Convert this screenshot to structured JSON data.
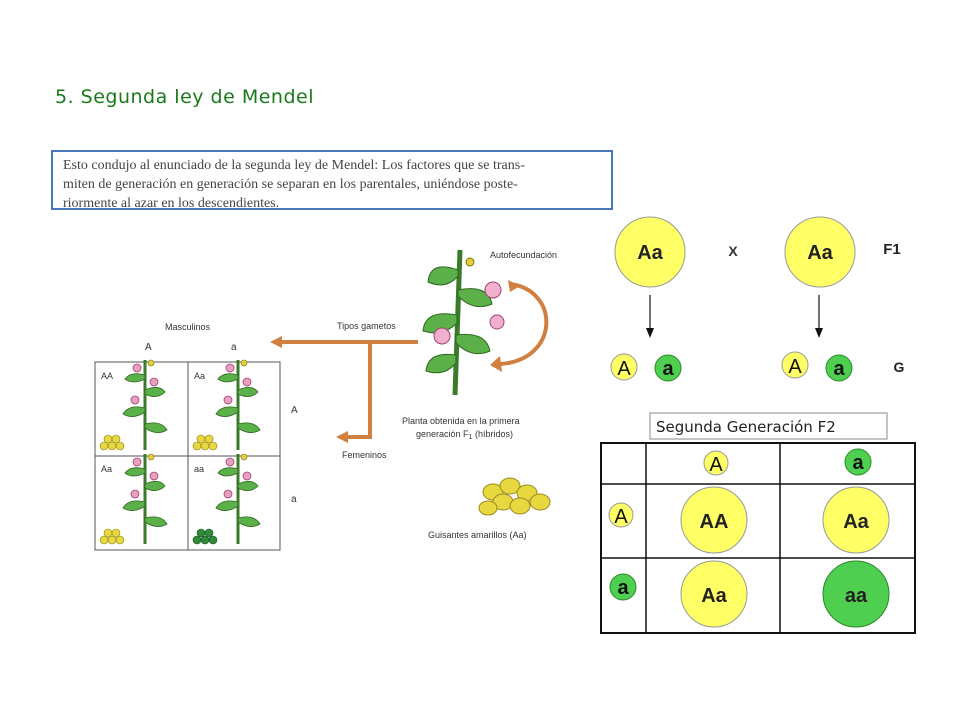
{
  "slide": {
    "title": "5. Segunda ley de Mendel",
    "quote_lines": [
      "Esto condujo al enunciado de la segunda ley de Mendel: Los factores que se trans-",
      "miten de generación en generación se separan en los parentales, uniéndose poste-",
      "riormente al azar en los descendientes."
    ]
  },
  "illustration": {
    "autofecundacion": "Autofecundación",
    "tipos_gametos": "Tipos gametos",
    "masculinos": "Masculinos",
    "femeninos": "Femeninos",
    "male_alleles": [
      "A",
      "a"
    ],
    "female_alleles": [
      "A",
      "a"
    ],
    "grid_labels": [
      "AA",
      "Aa",
      "Aa",
      "aa"
    ],
    "planta_line1": "Planta obtenida en la primera",
    "planta_line2_pre": "generación F",
    "planta_line2_sub": "1",
    "planta_line2_post": " (híbridos)",
    "guisantes": "Guisantes amarillos (Aa)"
  },
  "cross": {
    "parent_left": "Aa",
    "parent_right": "Aa",
    "cross_symbol": "X",
    "f1_label": "F1",
    "gametes_left": [
      "A",
      "a"
    ],
    "gametes_right": [
      "A",
      "a"
    ],
    "g_label": "G",
    "f2_title": "Segunda Generación F2",
    "punnett_cols": [
      "A",
      "a"
    ],
    "punnett_rows": [
      "A",
      "a"
    ],
    "punnett_cells": [
      "AA",
      "Aa",
      "Aa",
      "aa"
    ]
  },
  "colors": {
    "dominant": "#ffff66",
    "recessive": "#4fcf4f",
    "title": "#1a7a1a",
    "border": "#4a78b8",
    "arrow": "#d08040"
  }
}
